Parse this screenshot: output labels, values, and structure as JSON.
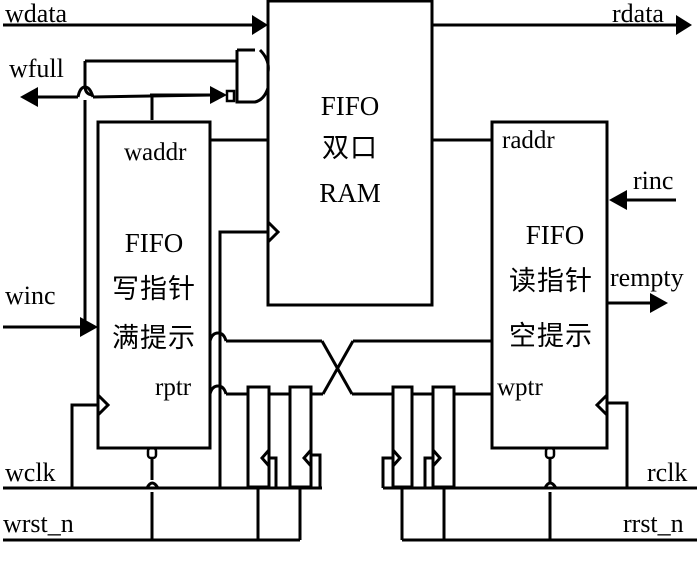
{
  "title": "Asynchronous FIFO block diagram",
  "signals": {
    "wdata": "wdata",
    "rdata": "rdata",
    "wfull": "wfull",
    "winc": "winc",
    "rinc": "rinc",
    "rempty": "rempty",
    "wclk": "wclk",
    "wrst_n": "wrst_n",
    "rclk": "rclk",
    "rrst_n": "rrst_n"
  },
  "blocks": {
    "ram": {
      "line1": "FIFO",
      "line2": "双口",
      "line3": "RAM"
    },
    "write": {
      "line1": "FIFO",
      "line2": "写指针",
      "line3": "满提示",
      "port_top": "waddr",
      "port_bottom": "rptr"
    },
    "read": {
      "line1": "FIFO",
      "line2": "读指针",
      "line3": "空提示",
      "port_top": "raddr",
      "port_bottom": "wptr"
    }
  },
  "colors": {
    "line": "#000000",
    "background": "#ffffff"
  }
}
